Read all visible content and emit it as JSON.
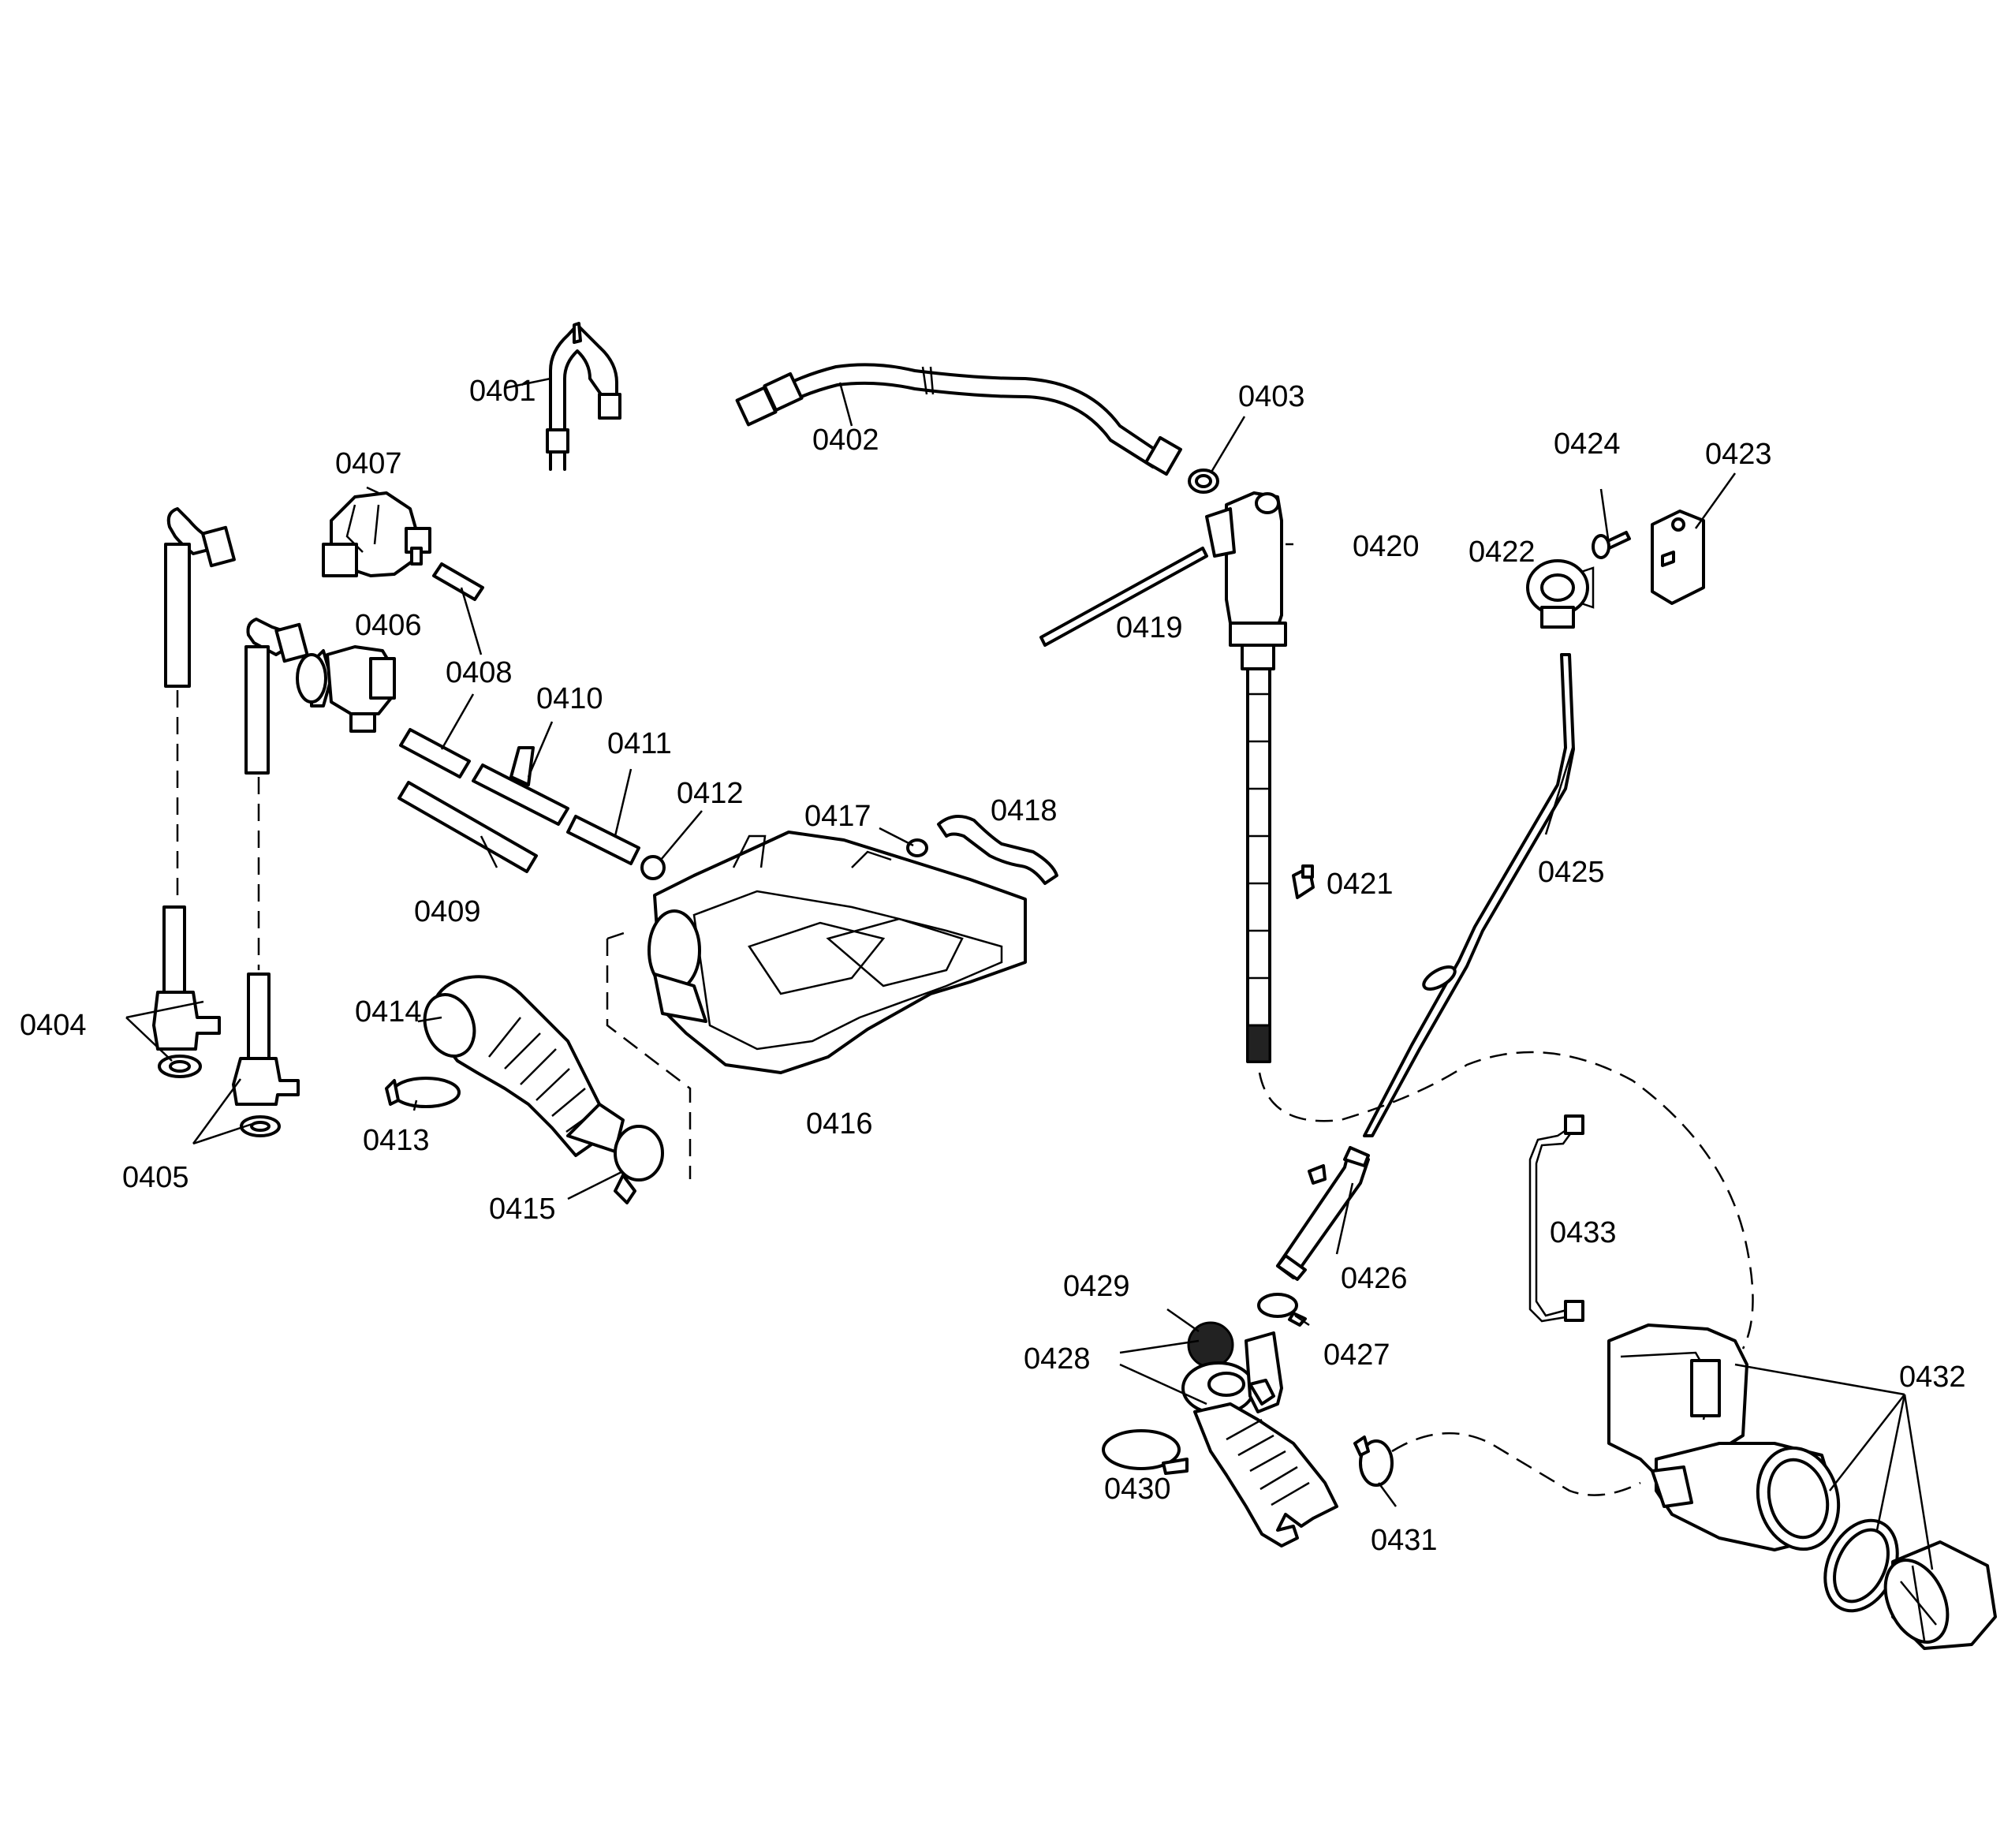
{
  "diagram": {
    "type": "exploded-parts-view",
    "labels": [
      {
        "id": "0401",
        "text": "0401"
      },
      {
        "id": "0402",
        "text": "0402"
      },
      {
        "id": "0403",
        "text": "0403"
      },
      {
        "id": "0404",
        "text": "0404"
      },
      {
        "id": "0405",
        "text": "0405"
      },
      {
        "id": "0406",
        "text": "0406"
      },
      {
        "id": "0407",
        "text": "0407"
      },
      {
        "id": "0408",
        "text": "0408"
      },
      {
        "id": "0409",
        "text": "0409"
      },
      {
        "id": "0410",
        "text": "0410"
      },
      {
        "id": "0411",
        "text": "0411"
      },
      {
        "id": "0412",
        "text": "0412"
      },
      {
        "id": "0413",
        "text": "0413"
      },
      {
        "id": "0414",
        "text": "0414"
      },
      {
        "id": "0415",
        "text": "0415"
      },
      {
        "id": "0416",
        "text": "0416"
      },
      {
        "id": "0417",
        "text": "0417"
      },
      {
        "id": "0418",
        "text": "0418"
      },
      {
        "id": "0419",
        "text": "0419"
      },
      {
        "id": "0420",
        "text": "0420"
      },
      {
        "id": "0421",
        "text": "0421"
      },
      {
        "id": "0422",
        "text": "0422"
      },
      {
        "id": "0423",
        "text": "0423"
      },
      {
        "id": "0424",
        "text": "0424"
      },
      {
        "id": "0425",
        "text": "0425"
      },
      {
        "id": "0426",
        "text": "0426"
      },
      {
        "id": "0427",
        "text": "0427"
      },
      {
        "id": "0428",
        "text": "0428"
      },
      {
        "id": "0429",
        "text": "0429"
      },
      {
        "id": "0430",
        "text": "0430"
      },
      {
        "id": "0431",
        "text": "0431"
      },
      {
        "id": "0432",
        "text": "0432"
      },
      {
        "id": "0433",
        "text": "0433"
      }
    ],
    "colors": {
      "ink": "#000000",
      "paper": "#ffffff"
    }
  }
}
